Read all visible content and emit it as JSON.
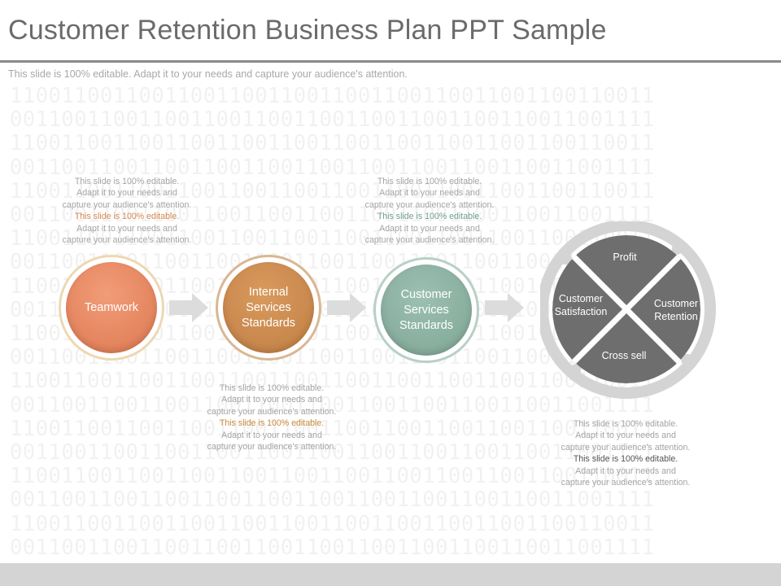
{
  "header": {
    "title": "Customer Retention Business Plan PPT Sample",
    "subtitle": "This slide is 100% editable. Adapt it to your needs and capture your audience's attention."
  },
  "background_pattern": "11001100110011001100110011001100110011001100110011",
  "notes": {
    "line1": "This slide is 100% editable.",
    "line2": "Adapt it to your needs and",
    "line3": "capture your audience's attention.",
    "line4": "This slide is 100% editable.",
    "line5": "Adapt it to your needs and",
    "line6": "capture your audience's attention."
  },
  "steps": [
    {
      "label": "Teamwork"
    },
    {
      "label": "Internal Services Standards"
    },
    {
      "label": "Customer Services Standards"
    }
  ],
  "cycle": {
    "top": "Profit",
    "left_line1": "Customer",
    "left_line2": "Satisfaction",
    "right_line1": "Customer",
    "right_line2": "Retention",
    "bottom": "Cross sell"
  },
  "colors": {
    "teamwork": "#e28a63",
    "internal": "#c98b4f",
    "customer_services": "#8fb4a6",
    "cycle_quadrant": "#6e6e6e",
    "cycle_ring": "#d4d4d4",
    "title": "#6b6b6b"
  }
}
